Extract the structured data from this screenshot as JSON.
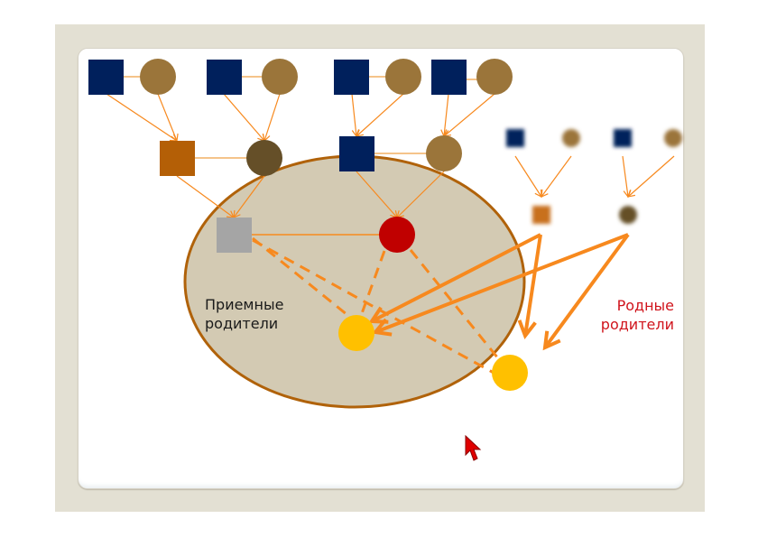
{
  "labels": {
    "adoptive_line1": "Приемные",
    "adoptive_line2": "родители",
    "birth_line1": "Родные",
    "birth_line2": "родители"
  },
  "colors": {
    "frame": "#e3e0d3",
    "slide": "#ffffff",
    "male_navy": "#00205c",
    "female_tan": "#9b753a",
    "male_rust": "#b45f06",
    "female_dark": "#654f28",
    "adoptive_male_gray": "#a5a5a5",
    "adoptive_female_red": "#c00000",
    "child_yellow": "#ffc000",
    "arrow_orange": "#f7891e",
    "ellipse_fill": "#d3cab3",
    "ellipse_stroke": "#b0620a",
    "birth_label": "#d0141c",
    "adoptive_label": "#1a1a1a"
  },
  "nodes": [
    {
      "id": "gp1-m",
      "shape": "square",
      "role": "grandfather"
    },
    {
      "id": "gp1-f",
      "shape": "circle",
      "role": "grandmother"
    },
    {
      "id": "gp2-m",
      "shape": "square",
      "role": "grandfather"
    },
    {
      "id": "gp2-f",
      "shape": "circle",
      "role": "grandmother"
    },
    {
      "id": "gp3-m",
      "shape": "square",
      "role": "grandfather"
    },
    {
      "id": "gp3-f",
      "shape": "circle",
      "role": "grandmother"
    },
    {
      "id": "gp4-m",
      "shape": "square",
      "role": "grandfather"
    },
    {
      "id": "gp4-f",
      "shape": "circle",
      "role": "grandmother"
    },
    {
      "id": "p1-m",
      "shape": "square",
      "role": "father"
    },
    {
      "id": "p1-f",
      "shape": "circle",
      "role": "mother"
    },
    {
      "id": "p2-m",
      "shape": "square",
      "role": "father"
    },
    {
      "id": "p2-f",
      "shape": "circle",
      "role": "mother"
    },
    {
      "id": "adoptive-father",
      "shape": "square",
      "role": "adoptive father"
    },
    {
      "id": "adoptive-mother",
      "shape": "circle",
      "role": "adoptive mother"
    },
    {
      "id": "child-1",
      "shape": "circle",
      "role": "child"
    },
    {
      "id": "child-2",
      "shape": "circle",
      "role": "child"
    },
    {
      "id": "bgp1-m",
      "shape": "square",
      "role": "birth grandfather (blurred)"
    },
    {
      "id": "bgp1-f",
      "shape": "circle",
      "role": "birth grandmother (blurred)"
    },
    {
      "id": "bgp2-m",
      "shape": "square",
      "role": "birth grandfather (blurred)"
    },
    {
      "id": "bgp2-f",
      "shape": "circle",
      "role": "birth grandmother (blurred)"
    },
    {
      "id": "birth-father",
      "shape": "square",
      "role": "birth father (blurred)"
    },
    {
      "id": "birth-mother",
      "shape": "circle",
      "role": "birth mother (blurred)"
    }
  ]
}
